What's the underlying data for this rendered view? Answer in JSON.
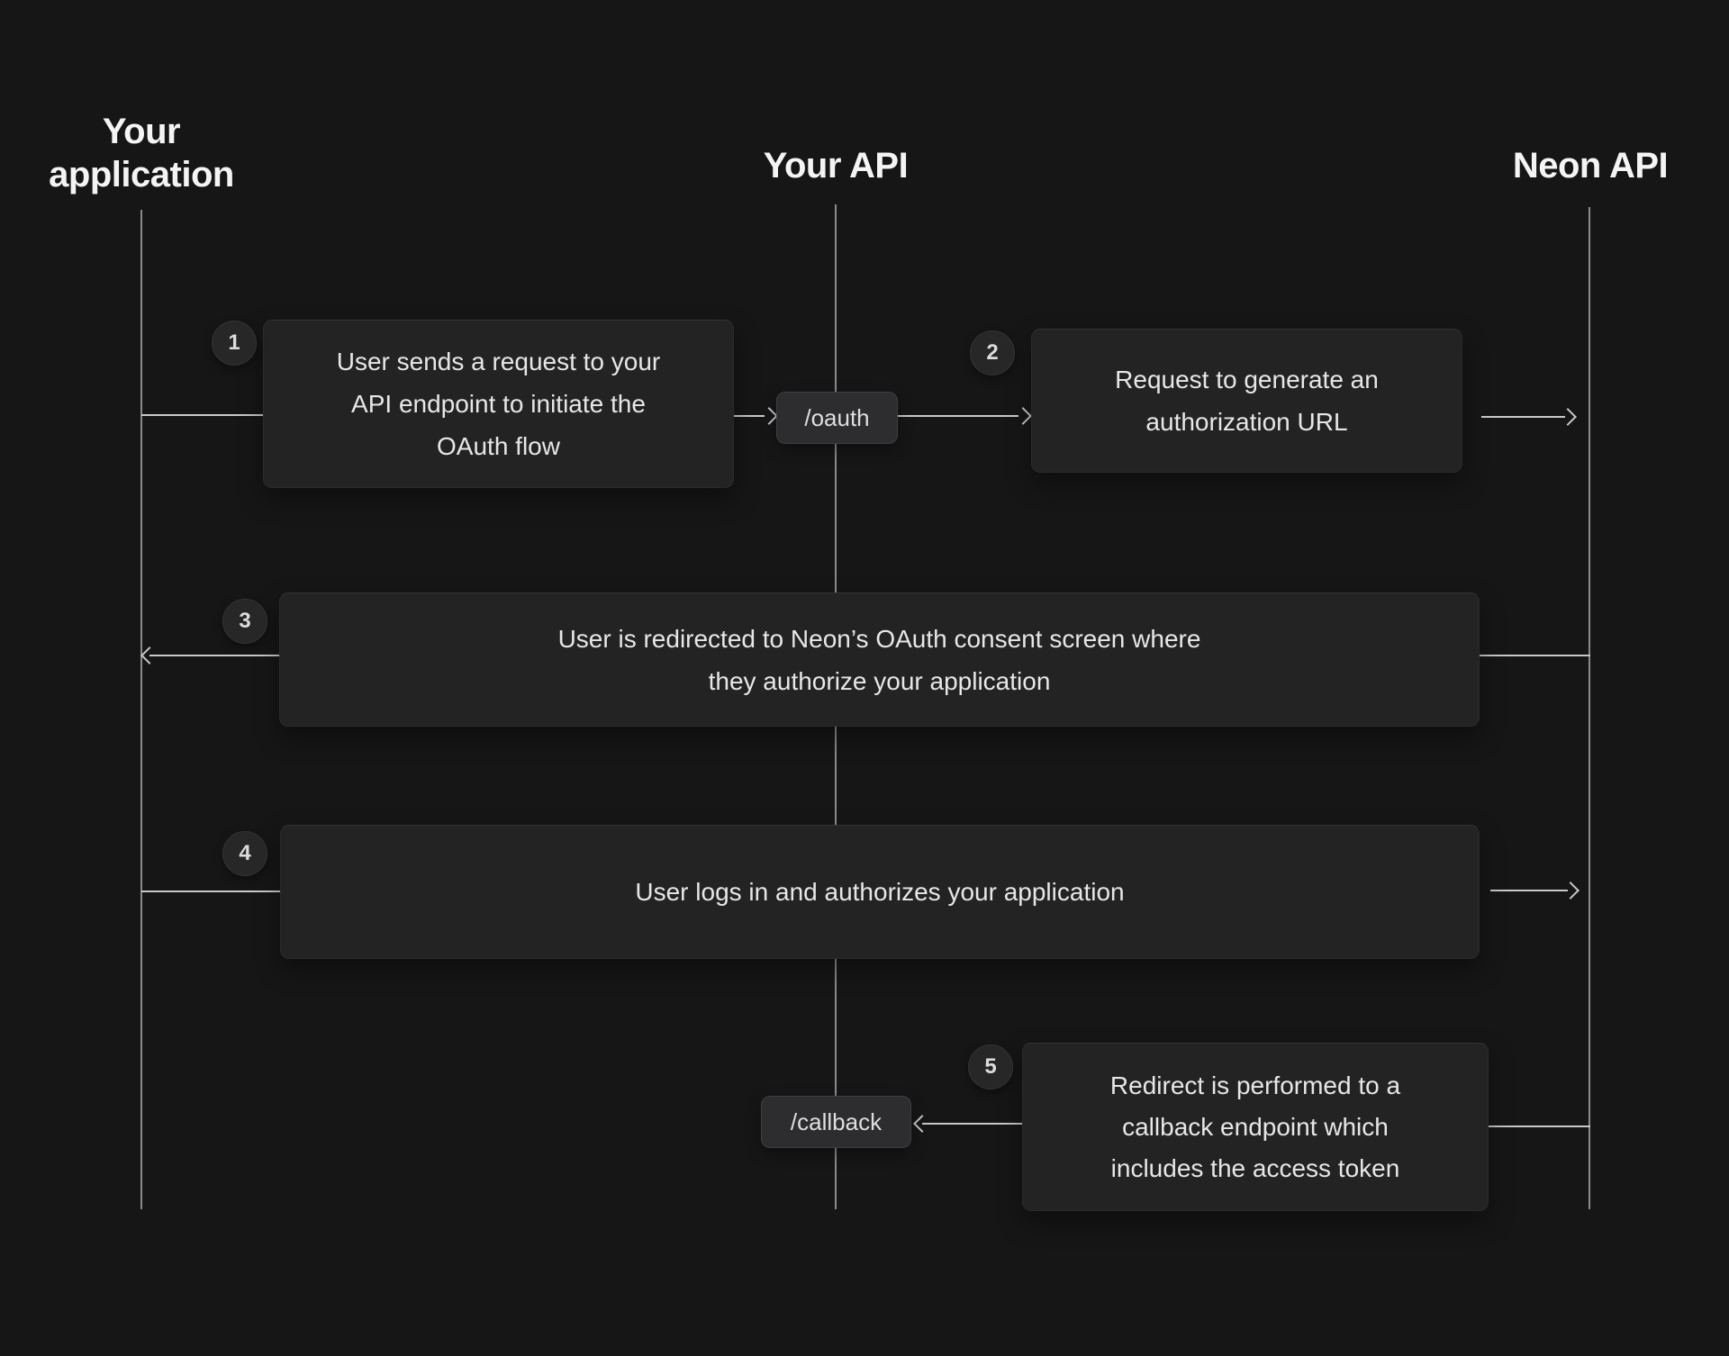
{
  "diagram": {
    "actors": [
      {
        "label": "Your\napplication"
      },
      {
        "label": "Your API"
      },
      {
        "label": "Neon API"
      }
    ],
    "steps": [
      {
        "number": "1",
        "text": "User sends a request to your\nAPI endpoint to initiate the\nOAuth flow"
      },
      {
        "number": "2",
        "text": "Request to generate an\nauthorization URL"
      },
      {
        "number": "3",
        "text": "User is redirected to Neon’s OAuth consent screen where\nthey authorize your application"
      },
      {
        "number": "4",
        "text": "User logs in and authorizes your application"
      },
      {
        "number": "5",
        "text": "Redirect is performed to a\ncallback endpoint which\nincludes the access token"
      }
    ],
    "endpoints": [
      {
        "label": "/oauth"
      },
      {
        "label": "/callback"
      }
    ],
    "colors": {
      "background": "#161616",
      "box_fill": "#232323",
      "pill_fill": "#2d2d2f",
      "connector_line": "#c9c9c9",
      "lifeline": "#a0a0a0",
      "heading_text": "#f4f4f4",
      "body_text": "#e7e7e7"
    }
  }
}
